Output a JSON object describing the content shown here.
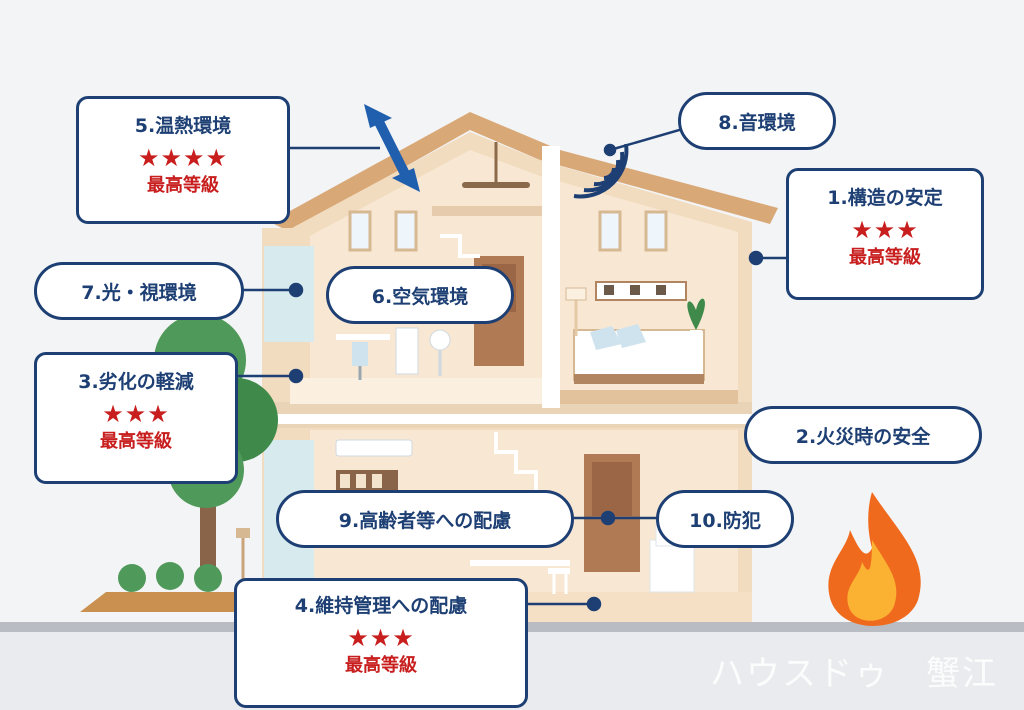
{
  "callouts": {
    "c5": {
      "label": "5.温熱環境",
      "stars": "★★★★",
      "grade": "最高等級"
    },
    "c7": {
      "label": "7.光・視環境"
    },
    "c6": {
      "label": "6.空気環境"
    },
    "c3": {
      "label": "3.劣化の軽減",
      "stars": "★★★",
      "grade": "最高等級"
    },
    "c8": {
      "label": "8.音環境"
    },
    "c1": {
      "label": "1.構造の安定",
      "stars": "★★★",
      "grade": "最高等級"
    },
    "c2": {
      "label": "2.火災時の安全"
    },
    "c9": {
      "label": "9.高齢者等への配慮"
    },
    "c10": {
      "label": "10.防犯"
    },
    "c4": {
      "label": "4.維持管理への配慮",
      "stars": "★★★",
      "grade": "最高等級"
    }
  },
  "watermark": "ハウスドゥ　蟹江",
  "colors": {
    "navy": "#1d3f73",
    "red": "#c81e1e",
    "arrow": "#1f5fae"
  }
}
